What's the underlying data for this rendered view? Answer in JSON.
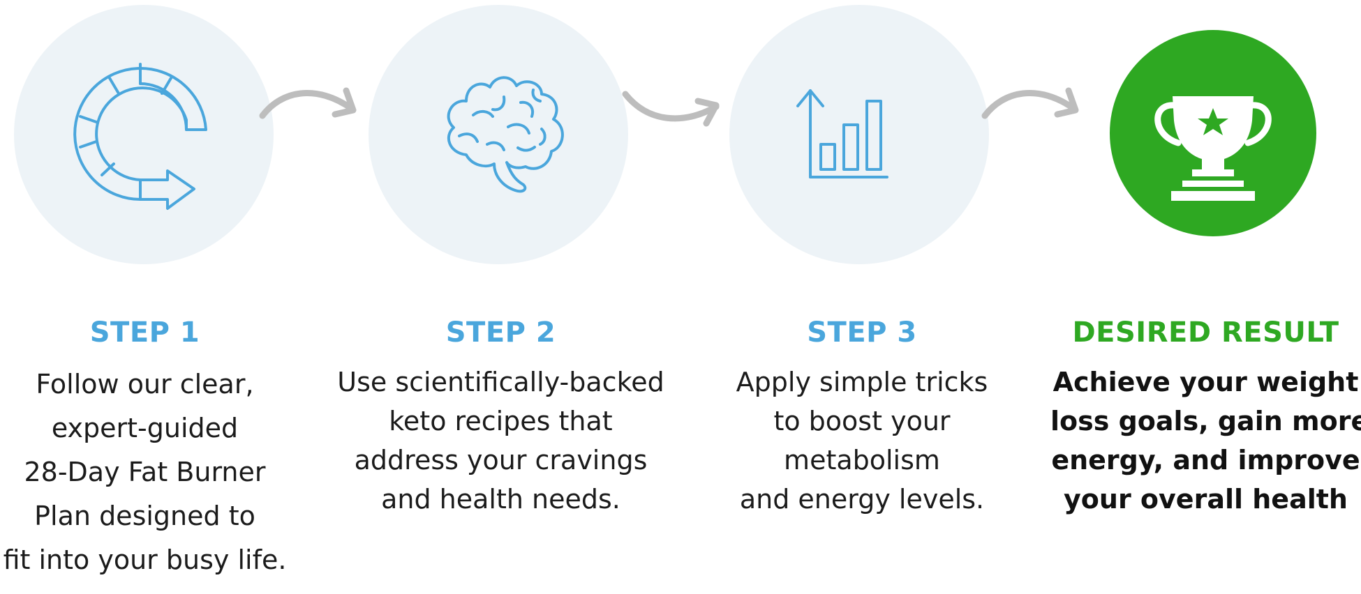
{
  "colors": {
    "accent_blue": "#4aa6dc",
    "accent_green": "#2ea822",
    "circle_bg": "#edf3f7",
    "arrow_gray": "#bdbdbd",
    "text": "#1b1b1b"
  },
  "steps": [
    {
      "title": "STEP 1",
      "icon": "circular-arrow-icon",
      "lines": [
        "Follow our clear,",
        "expert-guided",
        "28-Day Fat Burner",
        "Plan designed to",
        "fit into your busy life."
      ]
    },
    {
      "title": "STEP 2",
      "icon": "brain-icon",
      "lines": [
        "Use scientifically-backed",
        "keto recipes that",
        "address your cravings",
        "and health needs."
      ]
    },
    {
      "title": "STEP 3",
      "icon": "bar-chart-icon",
      "lines": [
        "Apply simple tricks",
        "to boost your",
        "metabolism",
        "and energy levels."
      ]
    }
  ],
  "result": {
    "title": "DESIRED RESULT",
    "icon": "trophy-icon",
    "lines": [
      "Achieve your weight",
      "loss goals, gain more",
      "energy, and improve",
      "your overall health"
    ]
  }
}
